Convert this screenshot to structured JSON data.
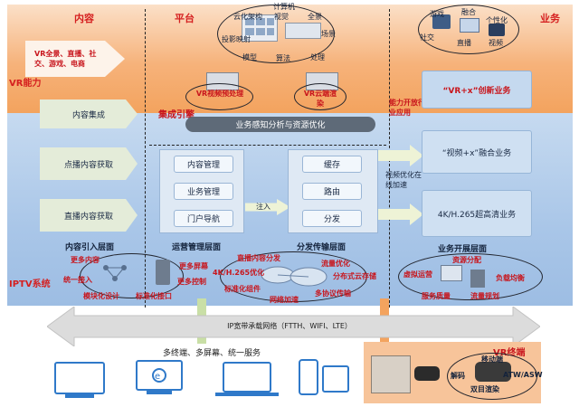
{
  "columns": {
    "content": "内容",
    "platform": "平台",
    "business": "业务"
  },
  "bands": {
    "vr": "VR能力",
    "iptv": "IPTV系统"
  },
  "vr_content": "VR全景、直播、社交、游戏、电商",
  "cloud": {
    "labels": [
      "计算机",
      "云化架构",
      "视觉",
      "全景",
      "投影映射",
      "场景",
      "模型",
      "算法",
      "处理"
    ]
  },
  "vr_platform": {
    "server1": "VR视频预处理",
    "server2": "VR云端渲染",
    "capability": "能力开放行业应用"
  },
  "vr_business_icons": [
    "游戏",
    "融合",
    "个性化",
    "社交",
    "直播",
    "视频"
  ],
  "vr_business": "“VR+x”创新业务",
  "iptv": {
    "aggregation": "集成引擎",
    "perception": "业务感知分析与资源优化",
    "content_items": [
      "内容集成",
      "点播内容获取",
      "直播内容获取"
    ],
    "ops_items": [
      "内容管理",
      "业务管理",
      "门户导航"
    ],
    "dist_items": [
      "缓存",
      "路由",
      "分发"
    ],
    "inject": "注入",
    "video_opt": "视频优化在线加速",
    "business_items": [
      "“视频+x”融合业务",
      "4K/H.265超高清业务"
    ],
    "layers": {
      "ingest": "内容引入层面",
      "ops": "运营管理层面",
      "dist": "分发传输层面",
      "biz": "业务开展层面"
    },
    "ingest_feats": [
      "更多内容",
      "统一接入",
      "更多屏幕",
      "更多控制",
      "模块化设计",
      "标准化接口"
    ],
    "dist_feats": [
      "直播内容分发",
      "4K/H.265优化",
      "流量优化",
      "分布式云存储",
      "标准化组件",
      "网络加速",
      "多协议传输"
    ],
    "biz_feats": [
      "资源分配",
      "虚拟运营",
      "负载均衡",
      "服务质量",
      "流量规划"
    ]
  },
  "ip_network": "IP宽带承载网络（FTTH、WIFI、LTE）",
  "terminals": {
    "tagline": "多终端、多屏幕、统一服务"
  },
  "vr_terminal": {
    "title": "VR终端",
    "labels": [
      "移动端",
      "解码",
      "ATW/ASW",
      "双目渲染"
    ]
  },
  "colors": {
    "accent_red": "#d51f1f",
    "vr_orange": "#f3a35e",
    "iptv_blue": "#a9c6e8",
    "device_blue": "#2f79c9"
  }
}
